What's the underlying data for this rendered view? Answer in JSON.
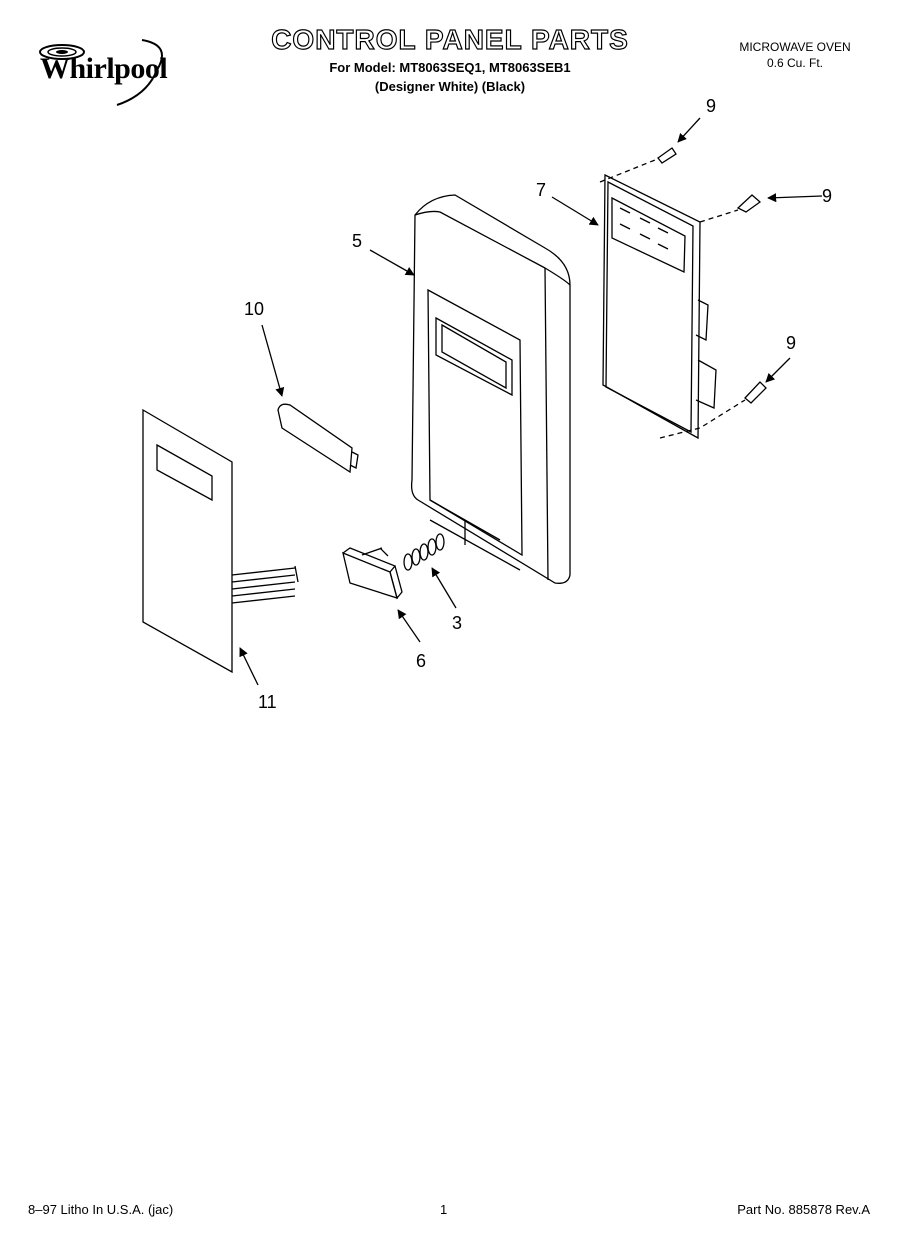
{
  "header": {
    "brand": "Whirlpool",
    "title": "CONTROL PANEL PARTS",
    "model_line": "For Model: MT8063SEQ1, MT8063SEB1",
    "color_line": "(Designer White) (Black)",
    "product": "MICROWAVE OVEN",
    "capacity": "0.6 Cu. Ft."
  },
  "callouts": [
    "9",
    "9",
    "9",
    "7",
    "5",
    "10",
    "3",
    "6",
    "11"
  ],
  "footer": {
    "left": "8–97 Litho In U.S.A. (jac)",
    "page": "1",
    "right": "Part No. 885878 Rev.A"
  }
}
